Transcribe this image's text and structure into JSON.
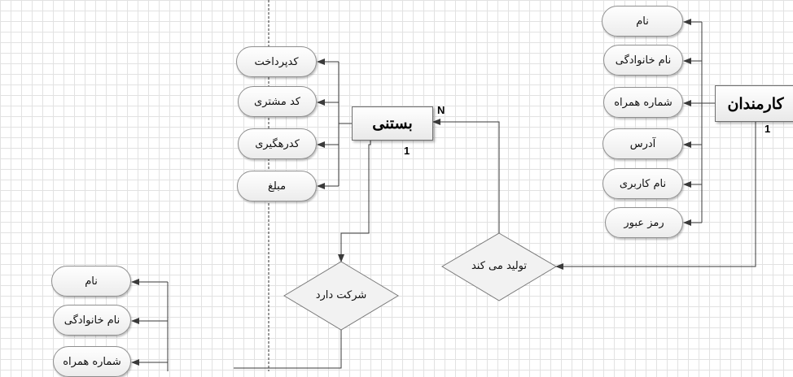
{
  "entities": {
    "employees": {
      "label": "کارمندان"
    },
    "package": {
      "label": "بستنی"
    }
  },
  "employee_attributes": [
    "نام",
    "نام خانوادگی",
    "شماره همراه",
    "آدرس",
    "نام کاربری",
    "رمز عبور"
  ],
  "package_attributes": [
    "کدپرداخت",
    "کد مشتری",
    "کدرهگیری",
    "مبلغ"
  ],
  "customer_attributes": [
    "نام",
    "نام خانوادگی",
    "شماره همراه"
  ],
  "relationships": {
    "produces": {
      "label": "تولید می کند"
    },
    "participates": {
      "label": "شرکت دارد"
    }
  },
  "cardinalities": {
    "employees_produces": "1",
    "package_produces": "N",
    "package_participates": "1"
  },
  "colors": {
    "line": "#3a3a3a",
    "grid": "#e2e2e2"
  }
}
